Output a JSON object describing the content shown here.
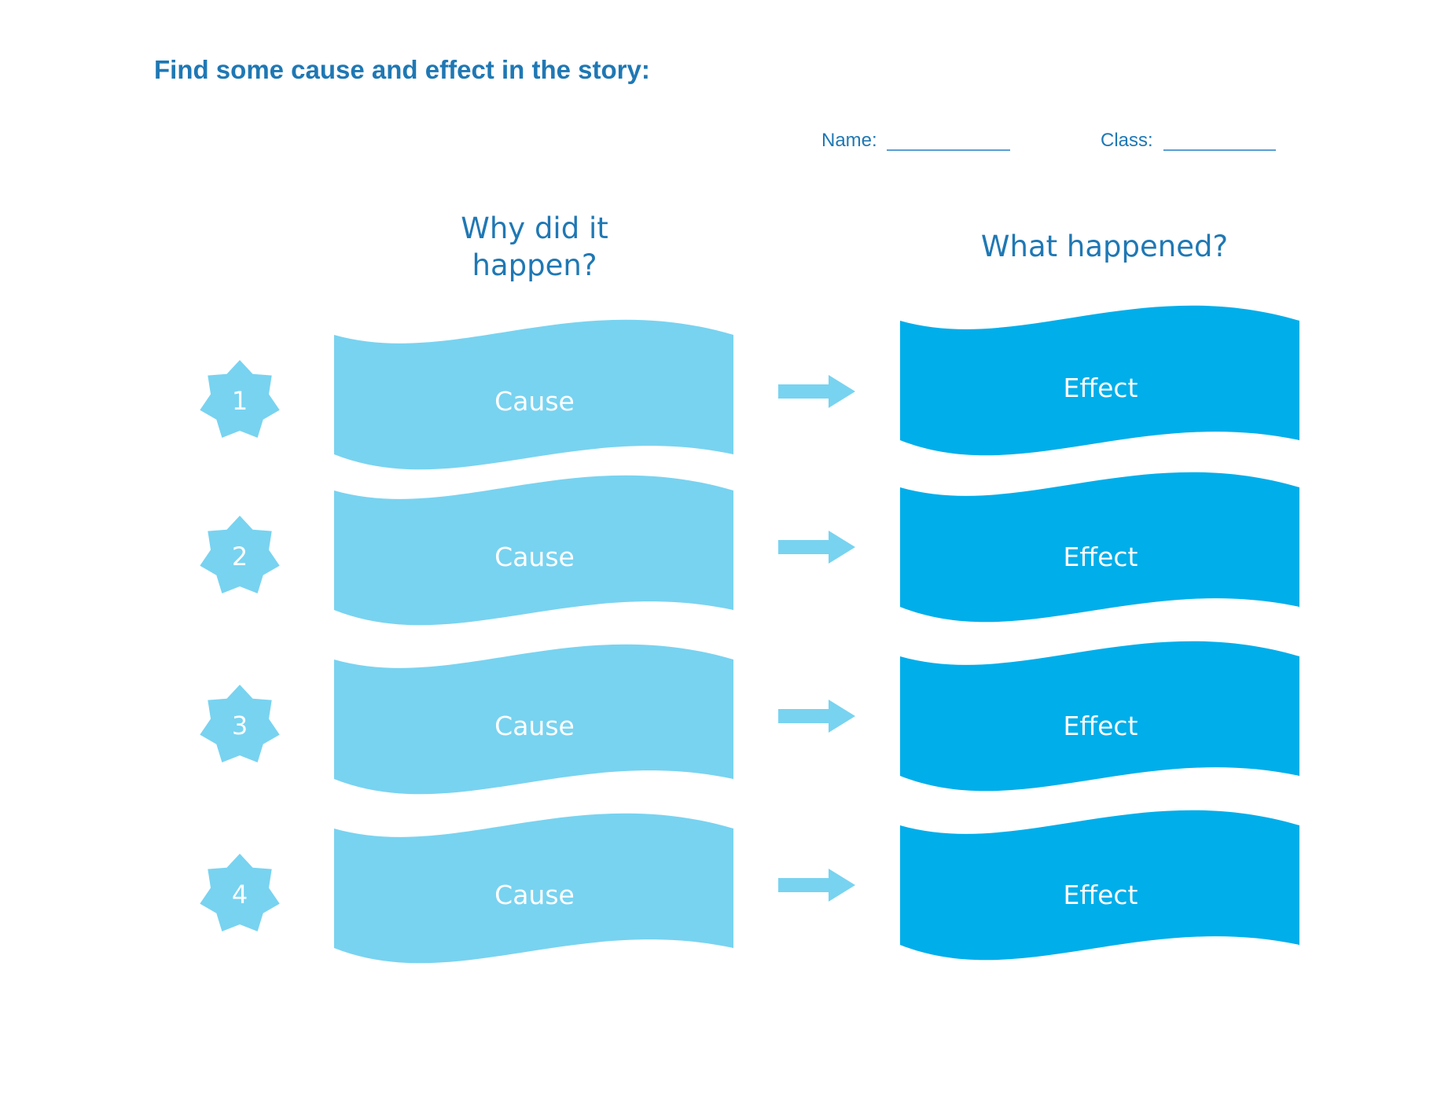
{
  "title": "Find some cause and effect in the story:",
  "name_label": "Name:",
  "class_label": "Class:",
  "columns": {
    "cause_header": "Why did it\nhappen?",
    "effect_header": "What happened?"
  },
  "rows": [
    {
      "number": "1",
      "cause": "Cause",
      "effect": "Effect"
    },
    {
      "number": "2",
      "cause": "Cause",
      "effect": "Effect"
    },
    {
      "number": "3",
      "cause": "Cause",
      "effect": "Effect"
    },
    {
      "number": "4",
      "cause": "Cause",
      "effect": "Effect"
    }
  ],
  "colors": {
    "text_blue": "#1f78b4",
    "cause_fill": "#78d3f0",
    "effect_fill": "#00aeea",
    "badge_fill": "#78d3f0",
    "arrow_fill": "#78d3f0"
  },
  "icons": {
    "badge": "star-badge-icon",
    "arrow": "arrow-right-icon"
  }
}
